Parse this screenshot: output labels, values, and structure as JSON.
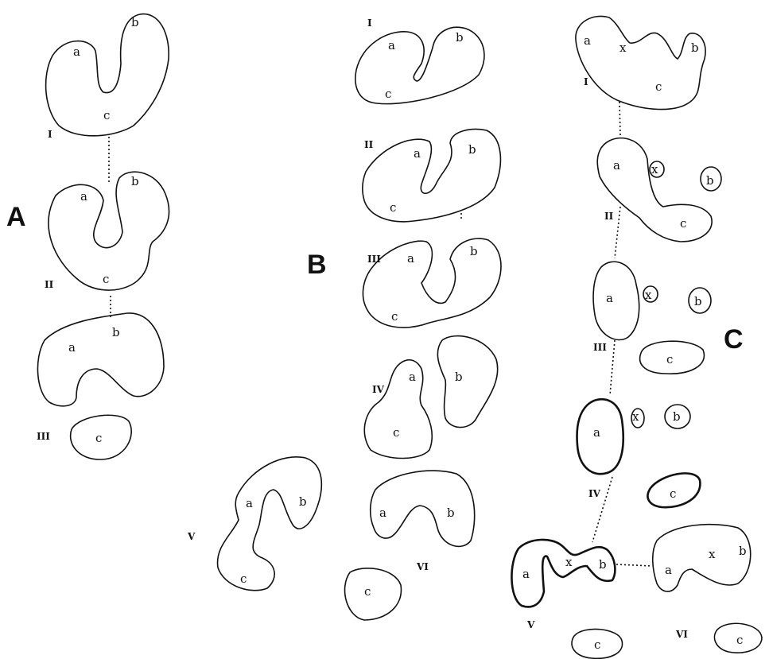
{
  "panels": {
    "A": "A",
    "B": "B",
    "C": "C"
  },
  "regions": {
    "a": "a",
    "b": "b",
    "c": "c",
    "x": "x"
  },
  "stages": {
    "I": "I",
    "II": "II",
    "III": "III",
    "IV": "IV",
    "V": "V",
    "VI": "VI"
  }
}
